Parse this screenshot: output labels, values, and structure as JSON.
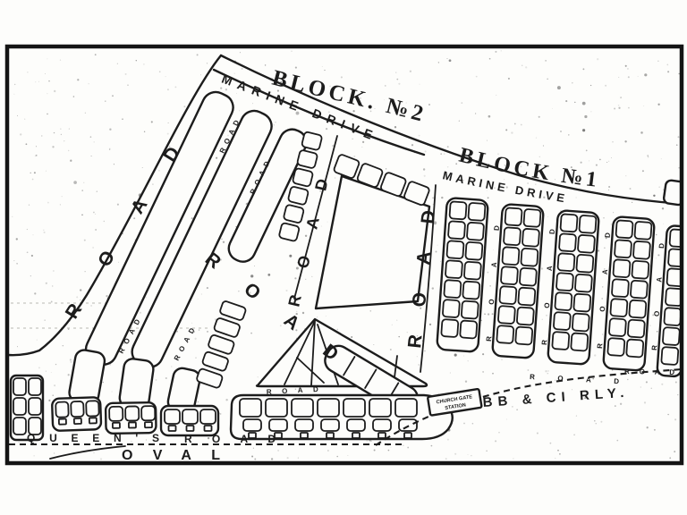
{
  "palette": {
    "ink": "#1c1c1c",
    "paper": "#fdfdfb"
  },
  "titles": {
    "block2": "BLOCK. №2",
    "block1": "BLOCK №1"
  },
  "marine_drive": {
    "label_left": "MARINE DRIVE",
    "label_right": "MARINE DRIVE"
  },
  "road_labels": {
    "big": "ROAD",
    "small": "ROAD"
  },
  "bottom": {
    "queens": "QUEEN'S",
    "queens_road": "ROAD",
    "oval": "OVAL"
  },
  "railway": {
    "name": "BB & CI RLY.",
    "station_line1": "CHURCH GATE",
    "station_line2": "STATION"
  }
}
